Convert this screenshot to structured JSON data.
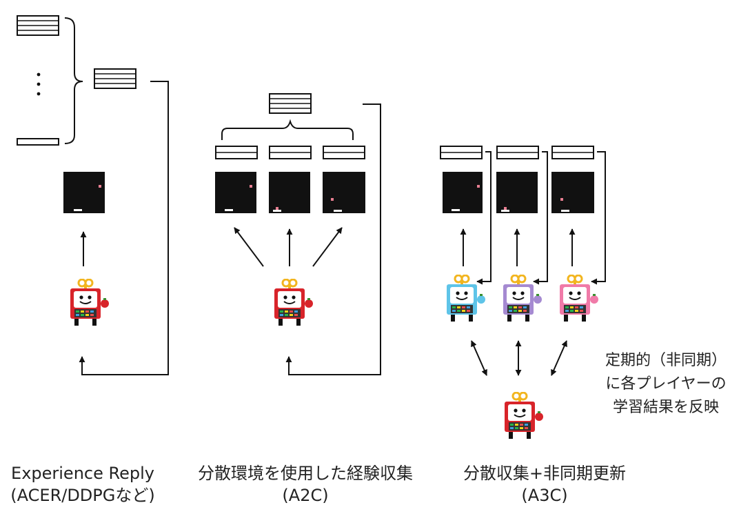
{
  "captions": {
    "experience_replay": {
      "line1": "Experience Reply",
      "line2": "(ACER/DDPGなど)"
    },
    "a2c": {
      "line1": "分散環境を使用した経験収集",
      "line2": "(A2C)"
    },
    "a3c": {
      "line1": "分散収集+非同期更新",
      "line2": "(A3C)"
    }
  },
  "note": {
    "line1": "定期的（非同期）",
    "line2": "に各プレイヤーの",
    "line3": "学習結果を反映"
  },
  "colors": {
    "robot_red": "#d8242a",
    "robot_cyan": "#5ec4e8",
    "robot_purple": "#a58ad1",
    "robot_pink": "#f07aa8",
    "antenna": "#f2b51f",
    "game_screen": "#111111",
    "game_ball": "#e87f92"
  }
}
